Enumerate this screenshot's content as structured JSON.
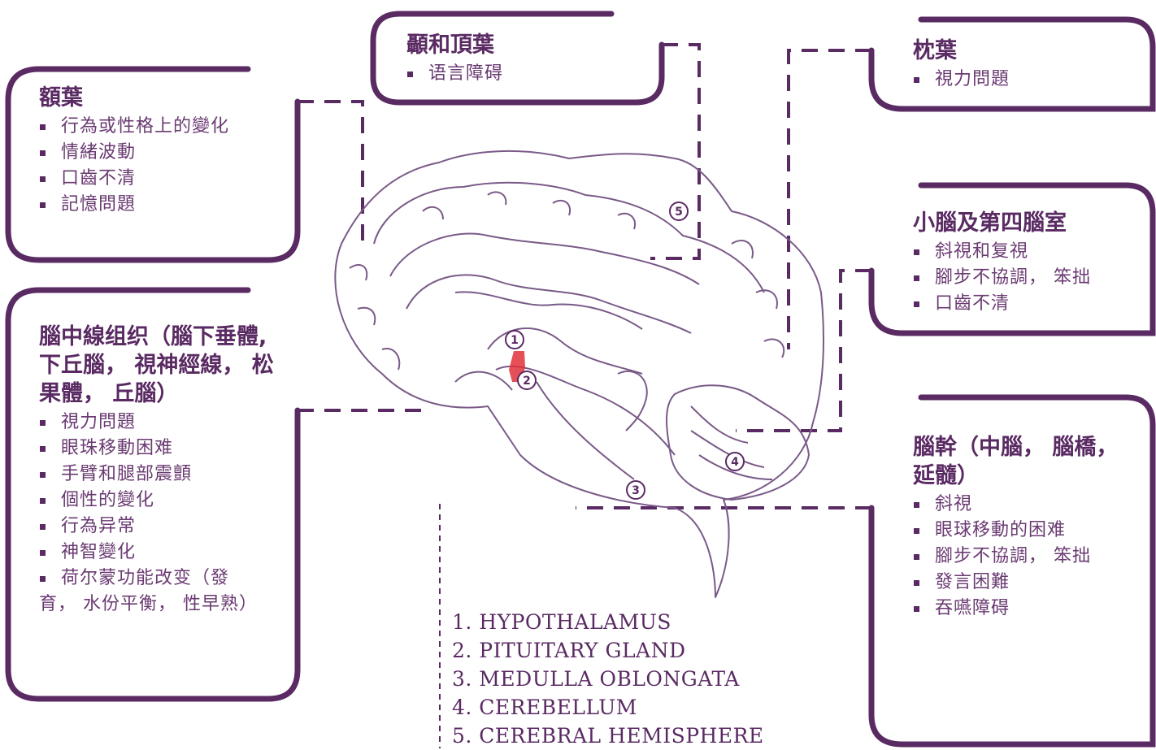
{
  "panels": {
    "temporal_parietal": {
      "title": "顳和頂葉",
      "items": [
        "语言障碍"
      ]
    },
    "frontal": {
      "title": "額葉",
      "items": [
        "行為或性格上的變化",
        "情緒波動",
        "口齒不清",
        "記憶問題"
      ]
    },
    "occipital": {
      "title": "枕葉",
      "items": [
        "視力問題"
      ]
    },
    "cerebellum": {
      "title": "小腦及第四腦室",
      "items": [
        "斜視和复視",
        "腳步不協調， 笨拙",
        "口齒不清"
      ]
    },
    "midline": {
      "title": "腦中線组织（腦下垂體, 下丘腦， 視神經線， 松果體， 丘腦）",
      "items": [
        "視力問題",
        "眼珠移動困难",
        "手臂和腿部震顫",
        "個性的變化",
        "行為异常",
        "神智變化",
        "荷尔蒙功能改变（發育， 水份平衡， 性早熟）"
      ]
    },
    "brainstem": {
      "title": "腦幹（中腦， 腦橋， 延髓）",
      "items": [
        "斜視",
        "眼球移動的困难",
        "腳步不協調， 笨拙",
        "發言困難",
        "吞嚥障碍"
      ]
    }
  },
  "markers": [
    "①",
    "②",
    "③",
    "④",
    "⑤"
  ],
  "legend": [
    "1. HYPOTHALAMUS",
    "2. PITUITARY GLAND",
    "3. MEDULLA OBLONGATA",
    "4. CEREBELLUM",
    "5. CEREBRAL HEMISPHERE"
  ],
  "colors": {
    "frame": "#5a2a63",
    "text": "#6a3a72",
    "brain_line": "#7a5a88",
    "highlight": "#e0303a"
  }
}
